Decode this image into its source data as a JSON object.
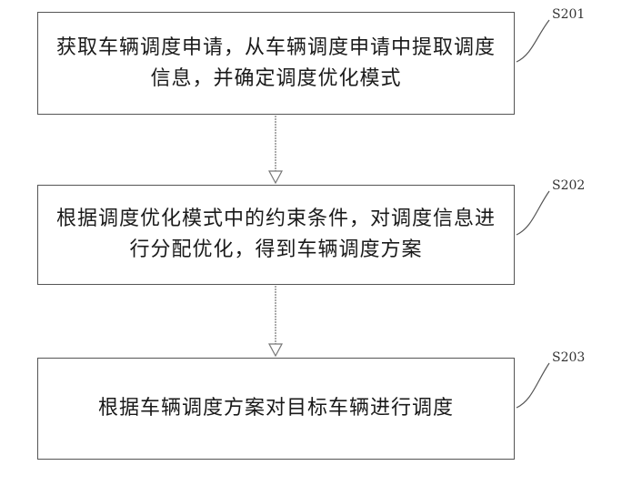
{
  "steps": [
    {
      "id": "S201",
      "text": "获取车辆调度申请，从车辆调度申请中提取调度信息，并确定调度优化模式"
    },
    {
      "id": "S202",
      "text": "根据调度优化模式中的约束条件，对调度信息进行分配优化，得到车辆调度方案"
    },
    {
      "id": "S203",
      "text": "根据车辆调度方案对目标车辆进行调度"
    }
  ],
  "colors": {
    "border": "#555555",
    "arrow": "#888888",
    "text": "#1a1a1a"
  }
}
